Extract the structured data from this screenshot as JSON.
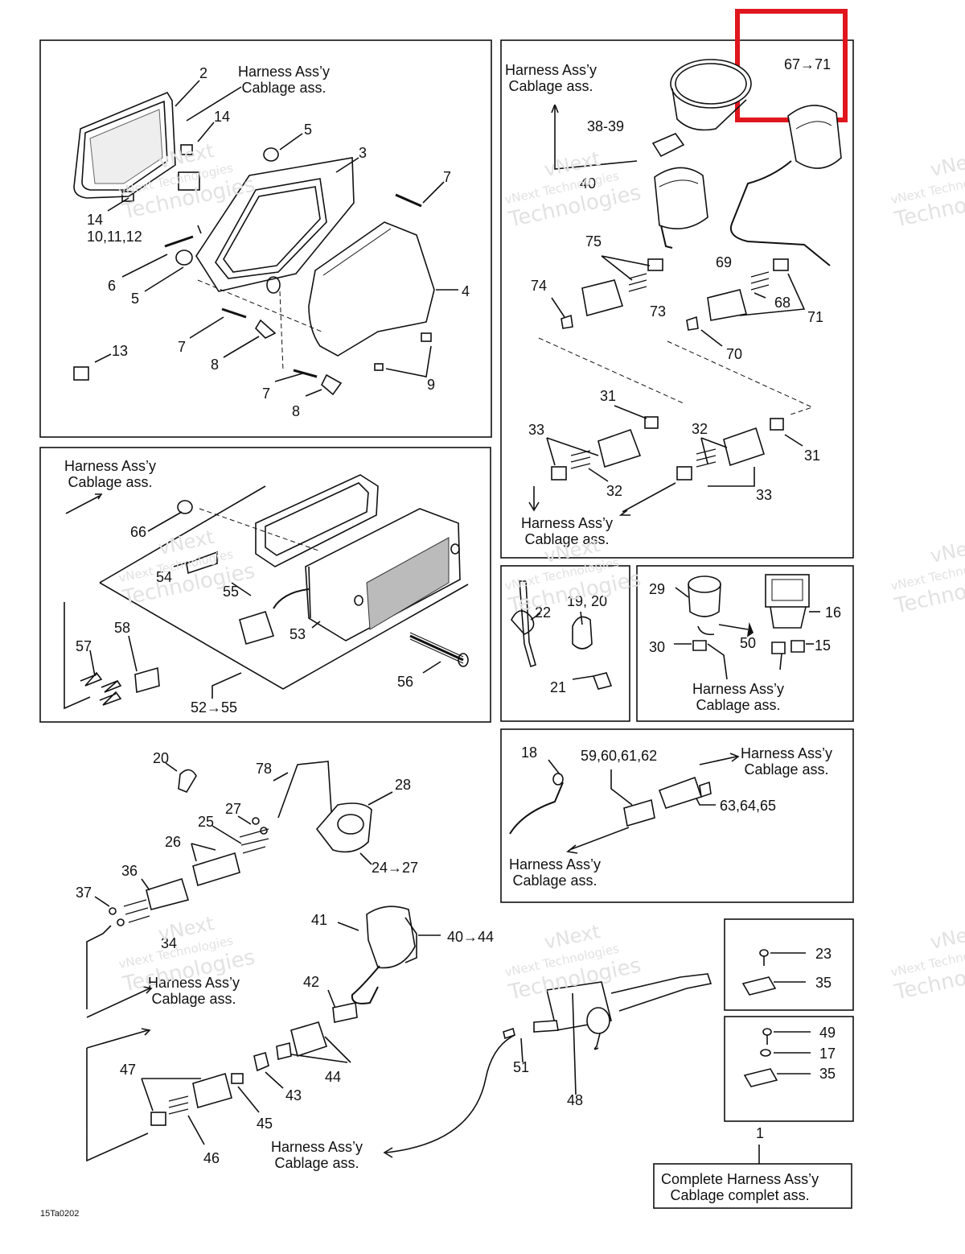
{
  "callouts": {
    "c2": "2",
    "c14a": "14",
    "c5a": "5",
    "c3": "3",
    "c7a": "7",
    "c14b": "14",
    "c10": "10,11,12",
    "c6": "6",
    "c5b": "5",
    "c4": "4",
    "c7b": "7",
    "c8a": "8",
    "c13": "13",
    "c9": "9",
    "c7c": "7",
    "c8b": "8",
    "c6771": "67→71",
    "c3839": "38-39",
    "c40tl": "40",
    "c75": "75",
    "c74": "74",
    "c73": "73",
    "c69": "69",
    "c68": "68",
    "c71": "71",
    "c70": "70",
    "c31a": "31",
    "c33a": "33",
    "c32a": "32",
    "c32b": "32",
    "c31b": "31",
    "c33b": "33",
    "c66": "66",
    "c54": "54",
    "c55": "55",
    "c58": "58",
    "c57": "57",
    "c53": "53",
    "c56": "56",
    "c5255": "52→55",
    "c22": "22",
    "c1920": "19, 20",
    "c21": "21",
    "c29": "29",
    "c16": "16",
    "c30": "30",
    "c50": "50",
    "c15": "15",
    "c18": "18",
    "c5962": "59,60,61,62",
    "c6365": "63,64,65",
    "c20": "20",
    "c78": "78",
    "c28": "28",
    "c27": "27",
    "c25": "25",
    "c26": "26",
    "c2427": "24→27",
    "c36": "36",
    "c37": "37",
    "c34": "34",
    "c41": "41",
    "c4044": "40→44",
    "c42": "42",
    "c44": "44",
    "c43": "43",
    "c47": "47",
    "c45": "45",
    "c46": "46",
    "c51": "51",
    "c48": "48",
    "c23": "23",
    "c35a": "35",
    "c49": "49",
    "c17": "17",
    "c35b": "35",
    "c1": "1"
  },
  "harness_labels": {
    "en": "Harness Ass’y",
    "fr": "Cablage ass."
  },
  "complete_harness": {
    "en": "Complete Harness Ass’y",
    "fr": "Cablage complet ass."
  },
  "figure_code": "15Ta0202",
  "watermark": {
    "line1": "vNext",
    "line2": "vNext Technologies",
    "line3": "Technologies"
  },
  "highlight_color": "#e0161e"
}
